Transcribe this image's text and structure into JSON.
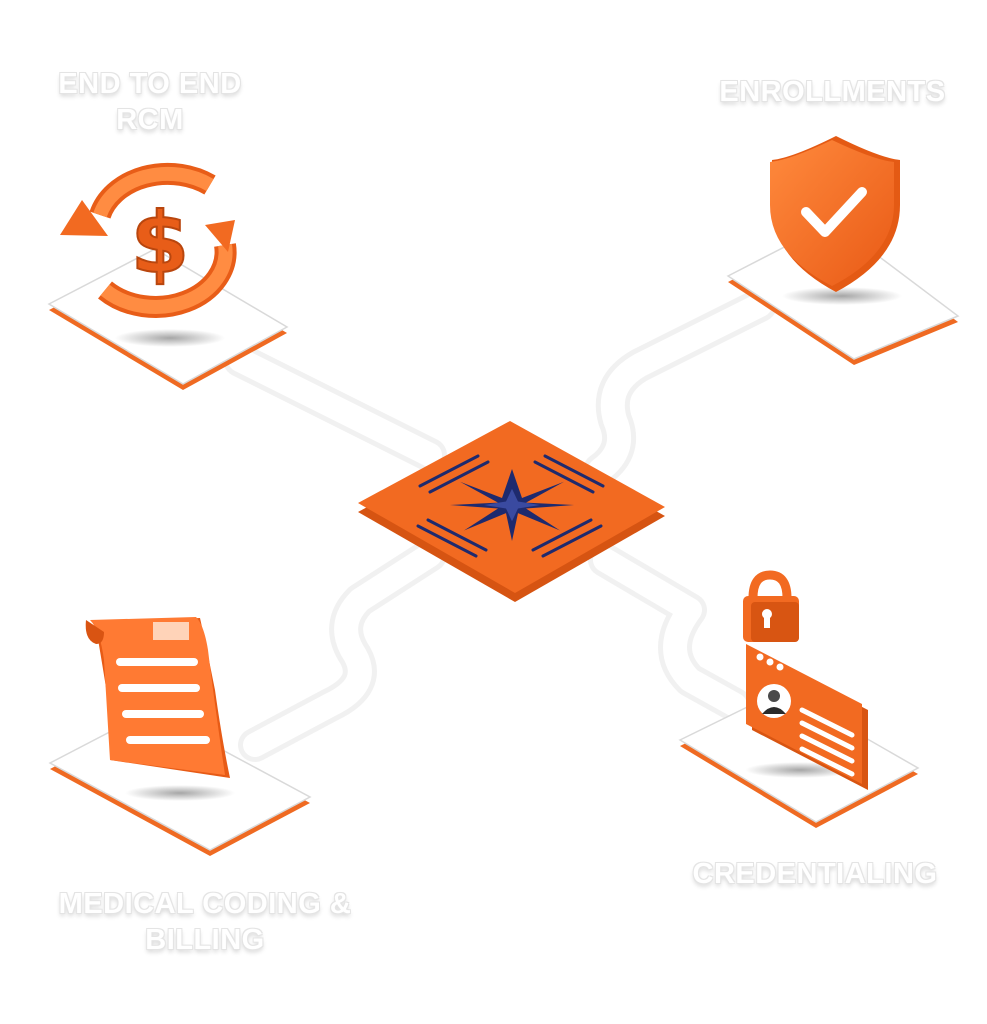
{
  "labels": {
    "rcm": "END TO END RCM",
    "enrollments": "ENROLLMENTS",
    "credentialing": "CREDENTIALING",
    "coding": "MEDICAL CODING & BILLING"
  },
  "icons": {
    "hub": "compass-star-icon",
    "rcm": "dollar-cycle-icon",
    "enrollments": "shield-check-icon",
    "credentialing": "lock-id-card-icon",
    "coding": "document-scroll-icon"
  },
  "colors": {
    "accent": "#f26a21",
    "accent_dark": "#c44f12",
    "hub_star": "#1e2a6e",
    "platform": "#ffffff"
  }
}
